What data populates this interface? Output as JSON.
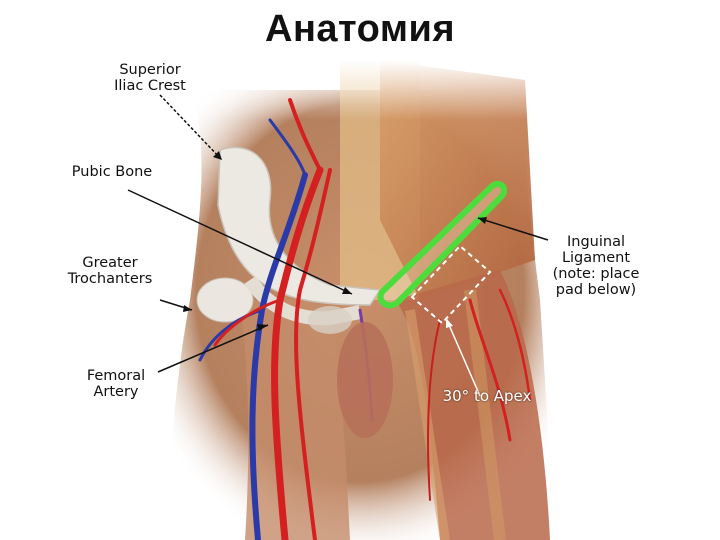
{
  "title": "Анатомия",
  "labels": {
    "superior_iliac_crest": [
      "Superior",
      "Iliac Crest"
    ],
    "pubic_bone": "Pubic Bone",
    "greater_trochanters": [
      "Greater",
      "Trochanters"
    ],
    "femoral_artery": [
      "Femoral",
      "Artery"
    ],
    "inguinal_ligament": [
      "Inguinal",
      "Ligament",
      "(note: place",
      "pad below)"
    ],
    "apex": "30° to Apex"
  },
  "colors": {
    "highlight": "#4cdc3c",
    "skin": "#b98a68",
    "muscle": "#b06048",
    "artery": "#d42020",
    "vein": "#2a3aa8",
    "bone": "#e8e4de"
  }
}
